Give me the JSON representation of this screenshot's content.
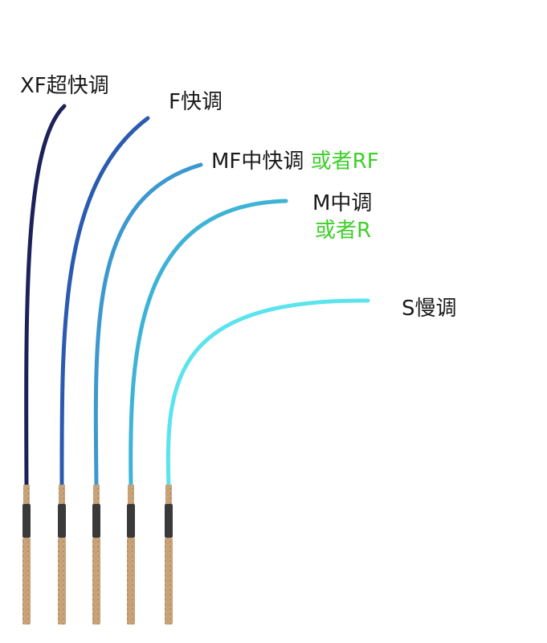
{
  "rods": [
    {
      "label": "XF超快调",
      "color": "#1e2159"
    },
    {
      "label": "F快调",
      "color": "#2a5bb0"
    },
    {
      "label": "MF中快调",
      "alt_label": "或者RF",
      "color": "#3c98cf"
    },
    {
      "label": "M中调",
      "alt_label": "或者R",
      "color": "#3eb3d6"
    },
    {
      "label": "S慢调",
      "color": "#5be3ee"
    }
  ],
  "colors": {
    "alt_label": "#3fcf2a",
    "cork": "#c9a47a",
    "reel_seat": "#3a3a3a"
  }
}
